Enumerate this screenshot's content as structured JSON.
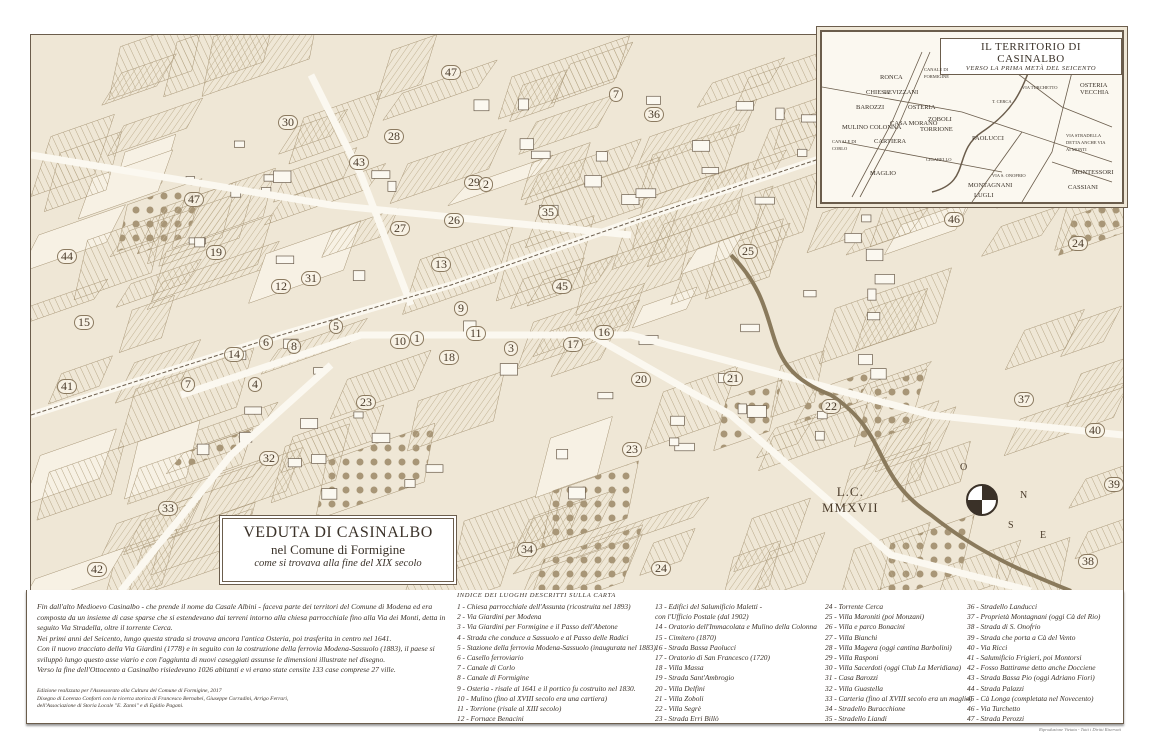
{
  "title_cartouche": {
    "title": "VEDUTA DI CASINALBO",
    "subtitle": "nel Comune di Formigine",
    "tagline": "come si trovava alla fine del XIX secolo"
  },
  "signature": {
    "initials": "L.C.",
    "year": "MMXVII"
  },
  "compass": {
    "letters": [
      "N",
      "E",
      "S",
      "O"
    ]
  },
  "inset_map": {
    "title": "IL TERRITORIO DI CASINALBO",
    "subtitle": "VERSO LA PRIMA METÀ DEL SEICENTO",
    "places": [
      "RONCA",
      "CHIESA",
      "LEVIZZANI",
      "BAROZZI",
      "OSTERIA",
      "ZOBOLI",
      "MULINO COLONNA",
      "CASA MORANO",
      "TORRIONE",
      "CARTIERA",
      "PAOLUCCI",
      "MAGLIO",
      "MONTAGNANI",
      "LUGLI",
      "OSTERIA VECCHIA",
      "MONTESSORI",
      "CASSIANI",
      "VIA STRADELLA DETTA ANCHE VIA AI MONTI",
      "T. CERCA",
      "CANALE DI FORMIGINE",
      "CANALE DI CORLO",
      "VIA TURCHETTO",
      "VIA S. ONOFRIO",
      "CIGARELLO"
    ]
  },
  "map_markers": [
    "47",
    "7",
    "36",
    "30",
    "28",
    "43",
    "29",
    "26",
    "35",
    "27",
    "47",
    "19",
    "44",
    "13",
    "31",
    "12",
    "45",
    "25",
    "46",
    "24",
    "15",
    "9",
    "6",
    "8",
    "11",
    "16",
    "10",
    "1",
    "18",
    "17",
    "20",
    "21",
    "14",
    "5",
    "41",
    "7",
    "23",
    "22",
    "37",
    "40",
    "23",
    "32",
    "33",
    "39",
    "42",
    "34",
    "24",
    "38",
    "2",
    "3",
    "4"
  ],
  "intro_text": [
    "Fin dall'alto Medioevo Casinalbo - che prende il nome da Casale Albini - faceva parte dei territori del Comune di Modena ed era composta da un insieme di case sparse che si estendevano dai terreni intorno alla chiesa parrocchiale fino alla Via dei Monti, detta in seguito Via Stradella, oltre il torrente Cerca.",
    "Nei primi anni del Seicento, lungo questa strada si trovava ancora l'antica Osteria, poi trasferita in centro nel 1641.",
    "Con il nuovo tracciato della Via Giardini (1778) e in seguito con la costruzione della ferrovia Modena-Sassuolo (1883), il paese si sviluppò lungo questo asse viario e con l'aggiunta di nuovi caseggiati assunse le dimensioni illustrate nel disegno.",
    "Verso la fine dell'Ottocento a Casinalbo risiedevano 1026 abitanti e vi erano state censite 133 case comprese 27 ville."
  ],
  "credits": [
    "Edizione realizzata per l'Assessorato alla Cultura del Comune di Formigine, 2017",
    "Disegno di Lorenzo Conforti con la ricerca storica di Francesco Bernabei, Giuseppe Corradini, Arrigo Ferrari,",
    "dell'Associazione di Storia Locale \"E. Zanni\" e di Egidio Pagani."
  ],
  "index": {
    "heading": "INDICE DEI LUOGHI DESCRITTI SULLA CARTA",
    "columns": [
      [
        "1 - Chiesa parrocchiale dell'Assunta (ricostruita nel 1893)",
        "2 - Via Giardini per Modena",
        "3 - Via Giardini per Formigine e il Passo dell'Abetone",
        "4 - Strada che conduce a Sassuolo e al Passo delle Radici",
        "5 - Stazione della ferrovia Modena-Sassuolo (inaugurata nel 1883).",
        "6 - Casello ferroviario",
        "7 - Canale di Corlo",
        "8 - Canale di Formigine",
        "9 - Osteria - risale al 1641 e il portico fu costruito nel 1830.",
        "10 - Mulino (fino al XVIII secolo era una cartiera)",
        "11 - Torrione (risale al XIII secolo)",
        "12 - Fornace Benacini"
      ],
      [
        "13 - Edifici del Salumificio Maletti -",
        "      con l'Ufficio Postale (dal 1902)",
        "14 - Oratorio dell'Immacolata e Mulino della Colonna",
        "15 - Cimitero (1870)",
        "16 - Strada Bassa Paolucci",
        "17 - Oratorio di San Francesco (1720)",
        "18 - Villa Massa",
        "19 - Strada Sant'Ambrogio",
        "20 - Villa Delfini",
        "21 - Villa Zoboli",
        "22 - Villa Segrè",
        "23 - Strada Erri Billò"
      ],
      [
        "24 - Torrente Cerca",
        "25 - Villa Maroniti (poi Monzani)",
        "26 - Villa e parco Bonacini",
        "27 - Villa Bianchi",
        "28 - Villa Magera (oggi cantina Barbolini)",
        "29 - Villa Rasponi",
        "30 - Villa Sacerdoti (oggi Club La Meridiana)",
        "31 - Casa Barozzi",
        "32 - Villa Guastella",
        "33 - Carteria (fino al XVIII secolo era un maglio)",
        "34 - Stradello Buracchione",
        "35 - Stradello Liandi"
      ],
      [
        "36 - Stradello Landucci",
        "37 - Proprietà Montagnani (oggi Cà del Rio)",
        "38 - Strada di S. Onofrio",
        "39 - Strada che porta a Cà del Vento",
        "40 - Via Ricci",
        "41 - Salumificio Frigieri, poi Montorsi",
        "42 - Fosso Battirame detto anche Docciene",
        "43 - Strada Bassa Pio (oggi Adriano Fiori)",
        "44 - Strada Palazzi",
        "45 - Cà Longa (completata nel Novecento)",
        "46 - Via Turchetto",
        "47 - Strada Perozzi"
      ]
    ]
  },
  "reproduction_note": "Riproduzione Vietata - Tutti i Diritti Riservati",
  "colors": {
    "paper": "#efe7d6",
    "ink": "#3a3128"
  }
}
